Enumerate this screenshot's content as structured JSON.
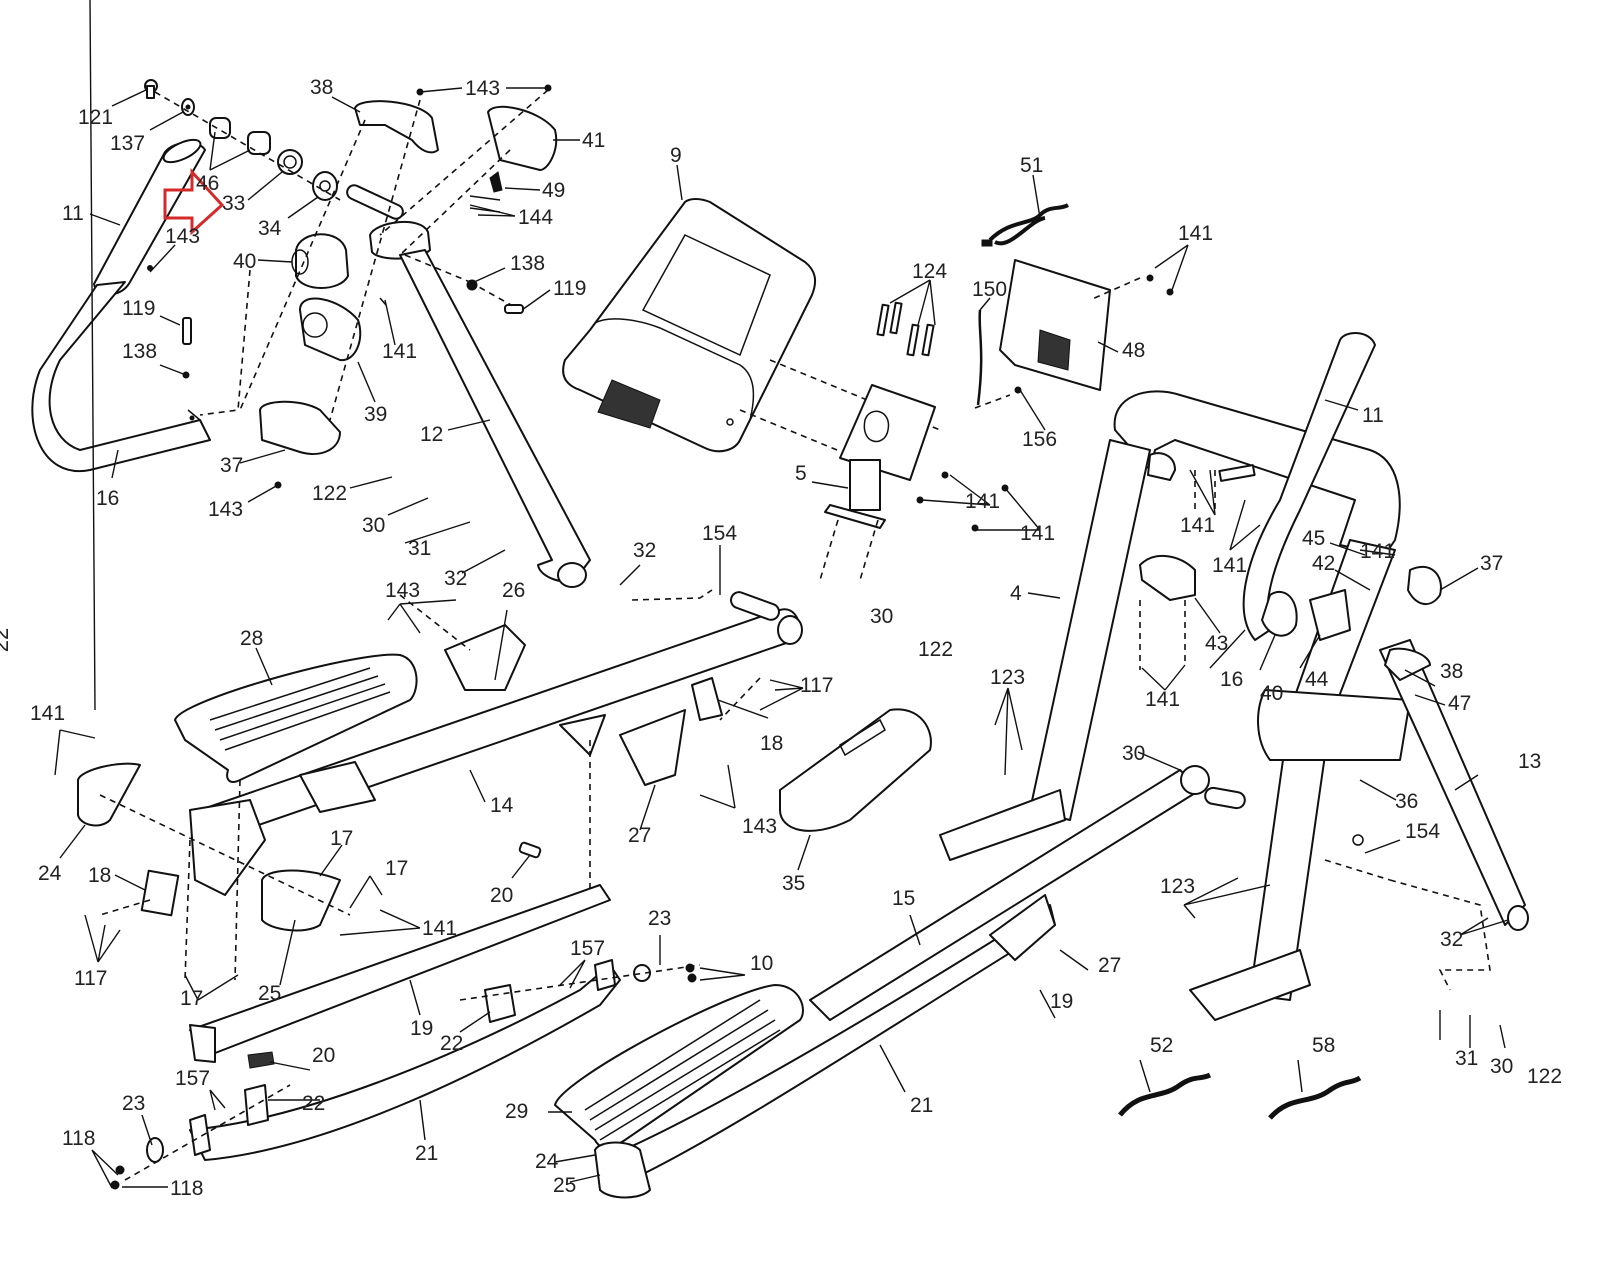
{
  "diagram": {
    "title": "Elliptical trainer exploded parts diagram",
    "highlight": {
      "part": "33",
      "color": "#d42a2a",
      "shape": "arrow-right"
    },
    "edge_fragment": "22",
    "labels": [
      {
        "id": "121",
        "text": "121"
      },
      {
        "id": "137",
        "text": "137"
      },
      {
        "id": "46",
        "text": "46"
      },
      {
        "id": "33",
        "text": "33"
      },
      {
        "id": "34",
        "text": "34"
      },
      {
        "id": "11a",
        "text": "11"
      },
      {
        "id": "143a",
        "text": "143"
      },
      {
        "id": "40a",
        "text": "40"
      },
      {
        "id": "119a",
        "text": "119"
      },
      {
        "id": "138a",
        "text": "138"
      },
      {
        "id": "16a",
        "text": "16"
      },
      {
        "id": "37a",
        "text": "37"
      },
      {
        "id": "143b",
        "text": "143"
      },
      {
        "id": "38a",
        "text": "38"
      },
      {
        "id": "143c",
        "text": "143"
      },
      {
        "id": "41",
        "text": "41"
      },
      {
        "id": "49",
        "text": "49"
      },
      {
        "id": "144",
        "text": "144"
      },
      {
        "id": "138b",
        "text": "138"
      },
      {
        "id": "119b",
        "text": "119"
      },
      {
        "id": "141a",
        "text": "141"
      },
      {
        "id": "39",
        "text": "39"
      },
      {
        "id": "12",
        "text": "12"
      },
      {
        "id": "122a",
        "text": "122"
      },
      {
        "id": "30a",
        "text": "30"
      },
      {
        "id": "31a",
        "text": "31"
      },
      {
        "id": "32a",
        "text": "32"
      },
      {
        "id": "32b",
        "text": "32"
      },
      {
        "id": "154a",
        "text": "154"
      },
      {
        "id": "143d",
        "text": "143"
      },
      {
        "id": "26",
        "text": "26"
      },
      {
        "id": "28",
        "text": "28"
      },
      {
        "id": "9",
        "text": "9"
      },
      {
        "id": "51",
        "text": "51"
      },
      {
        "id": "124",
        "text": "124"
      },
      {
        "id": "150",
        "text": "150"
      },
      {
        "id": "141b",
        "text": "141"
      },
      {
        "id": "48",
        "text": "48"
      },
      {
        "id": "156",
        "text": "156"
      },
      {
        "id": "5",
        "text": "5"
      },
      {
        "id": "141c",
        "text": "141"
      },
      {
        "id": "141d",
        "text": "141"
      },
      {
        "id": "11b",
        "text": "11"
      },
      {
        "id": "141e",
        "text": "141"
      },
      {
        "id": "141f",
        "text": "141"
      },
      {
        "id": "45",
        "text": "45"
      },
      {
        "id": "141g",
        "text": "141"
      },
      {
        "id": "42",
        "text": "42"
      },
      {
        "id": "37b",
        "text": "37"
      },
      {
        "id": "4",
        "text": "4"
      },
      {
        "id": "43",
        "text": "43"
      },
      {
        "id": "141h",
        "text": "141"
      },
      {
        "id": "16b",
        "text": "16"
      },
      {
        "id": "40b",
        "text": "40"
      },
      {
        "id": "44",
        "text": "44"
      },
      {
        "id": "38b",
        "text": "38"
      },
      {
        "id": "47",
        "text": "47"
      },
      {
        "id": "30b",
        "text": "30"
      },
      {
        "id": "122b",
        "text": "122"
      },
      {
        "id": "117a",
        "text": "117"
      },
      {
        "id": "18a",
        "text": "18"
      },
      {
        "id": "123a",
        "text": "123"
      },
      {
        "id": "141i",
        "text": "141"
      },
      {
        "id": "24a",
        "text": "24"
      },
      {
        "id": "18b",
        "text": "18"
      },
      {
        "id": "117b",
        "text": "117"
      },
      {
        "id": "17a",
        "text": "17"
      },
      {
        "id": "17b",
        "text": "17"
      },
      {
        "id": "141j",
        "text": "141"
      },
      {
        "id": "25a",
        "text": "25"
      },
      {
        "id": "17c",
        "text": "17"
      },
      {
        "id": "14",
        "text": "14"
      },
      {
        "id": "27a",
        "text": "27"
      },
      {
        "id": "143e",
        "text": "143"
      },
      {
        "id": "35",
        "text": "35"
      },
      {
        "id": "20a",
        "text": "20"
      },
      {
        "id": "30c",
        "text": "30"
      },
      {
        "id": "36",
        "text": "36"
      },
      {
        "id": "13",
        "text": "13"
      },
      {
        "id": "154b",
        "text": "154"
      },
      {
        "id": "123b",
        "text": "123"
      },
      {
        "id": "32c",
        "text": "32"
      },
      {
        "id": "15",
        "text": "15"
      },
      {
        "id": "27b",
        "text": "27"
      },
      {
        "id": "19a",
        "text": "19"
      },
      {
        "id": "23a",
        "text": "23"
      },
      {
        "id": "157a",
        "text": "157"
      },
      {
        "id": "10",
        "text": "10"
      },
      {
        "id": "19b",
        "text": "19"
      },
      {
        "id": "22a",
        "text": "22"
      },
      {
        "id": "20b",
        "text": "20"
      },
      {
        "id": "157b",
        "text": "157"
      },
      {
        "id": "23b",
        "text": "23"
      },
      {
        "id": "22b",
        "text": "22"
      },
      {
        "id": "118a",
        "text": "118"
      },
      {
        "id": "118b",
        "text": "118"
      },
      {
        "id": "21a",
        "text": "21"
      },
      {
        "id": "29",
        "text": "29"
      },
      {
        "id": "24b",
        "text": "24"
      },
      {
        "id": "25b",
        "text": "25"
      },
      {
        "id": "21b",
        "text": "21"
      },
      {
        "id": "52",
        "text": "52"
      },
      {
        "id": "58",
        "text": "58"
      },
      {
        "id": "31b",
        "text": "31"
      },
      {
        "id": "30d",
        "text": "30"
      },
      {
        "id": "122c",
        "text": "122"
      }
    ]
  }
}
